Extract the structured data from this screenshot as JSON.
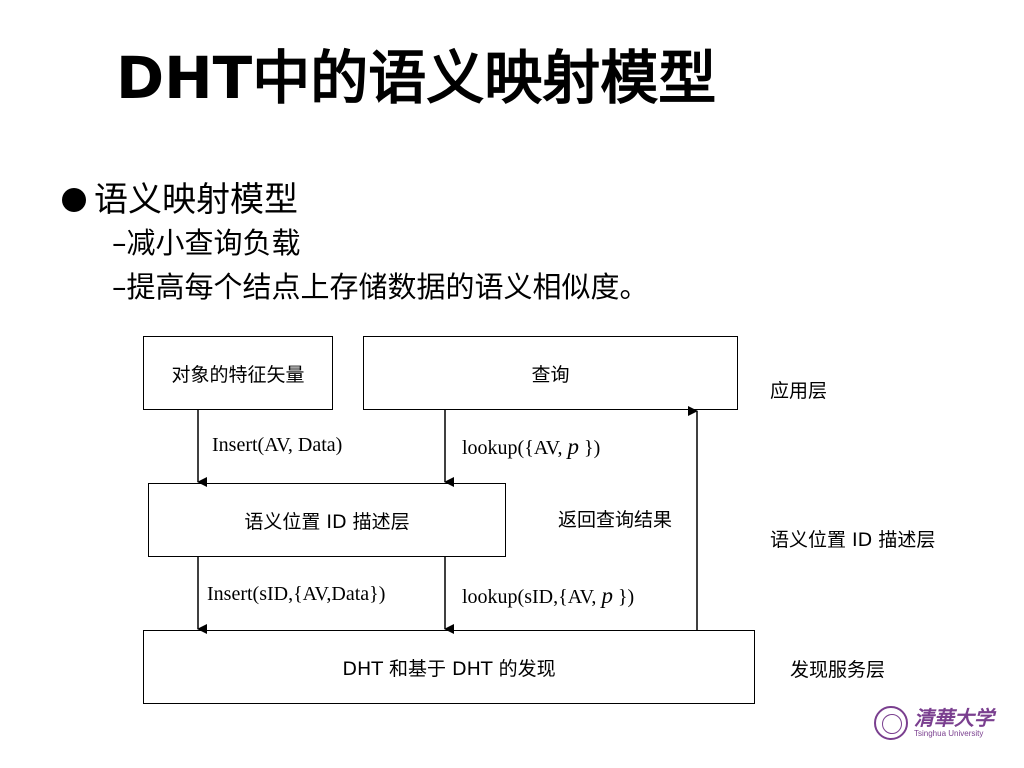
{
  "title": "DHT中的语义映射模型",
  "bullet": "语义映射模型",
  "subpoints": [
    "–减小查询负载",
    "–提高每个结点上存储数据的语义相似度。"
  ],
  "diagram": {
    "boxes": {
      "feature_vector": "对象的特征矢量",
      "query": "查询",
      "semantic_id": "语义位置 ID 描述层",
      "dht": "DHT 和基于 DHT 的发现"
    },
    "edge_labels": {
      "insert_av": "Insert(AV, Data)",
      "lookup_av": "lookup({AV, p })",
      "insert_sid": "Insert(sID,{AV,Data})",
      "lookup_sid": "lookup(sID,{AV, p })",
      "return_result": "返回查询结果"
    },
    "layers": {
      "app": "应用层",
      "semantic": "语义位置 ID 描述层",
      "discovery": "发现服务层"
    }
  },
  "logo": {
    "cn": "清華大学",
    "en": "Tsinghua University"
  }
}
